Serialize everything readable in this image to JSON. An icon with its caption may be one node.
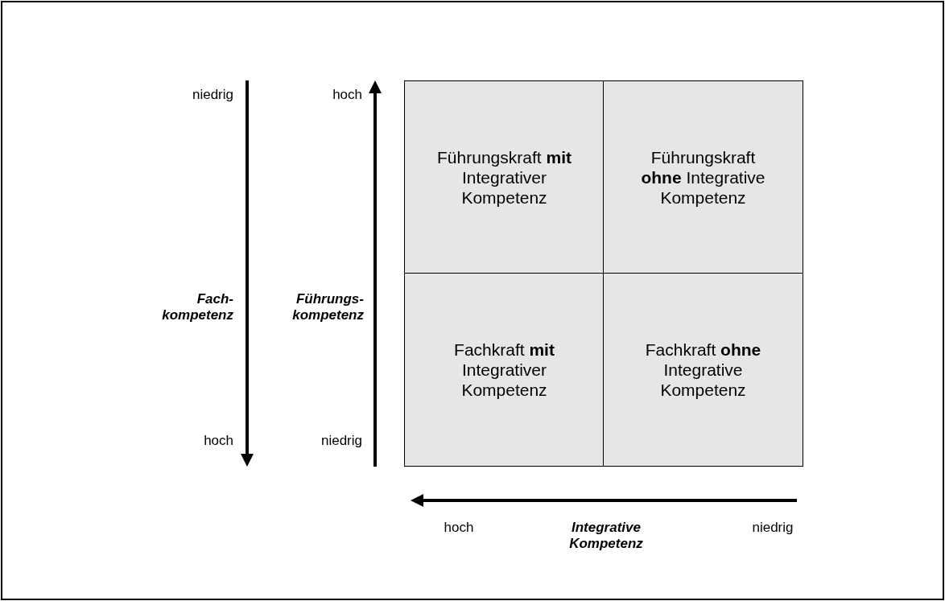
{
  "diagram": {
    "nodes": [
      {
        "text": [
          "Führungskraft **mit** Integrativer Kompetenz"
        ]
      },
      {
        "text": [
          "Führungskraft **ohne** Integrative Kompetenz"
        ]
      },
      {
        "text": [
          "Fachkraft **mit** Integrativer Kompetenz"
        ]
      },
      {
        "text": [
          "Fachkraft **ohne** Integrative Kompetenz"
        ]
      }
    ],
    "labels": [
      "niedrig",
      "hoch",
      "Fach- kompetenz",
      "Führungs- kompetenz",
      "hoch",
      "niedrig",
      "hoch",
      "Integrative Kompetenz",
      "niedrig"
    ]
  }
}
